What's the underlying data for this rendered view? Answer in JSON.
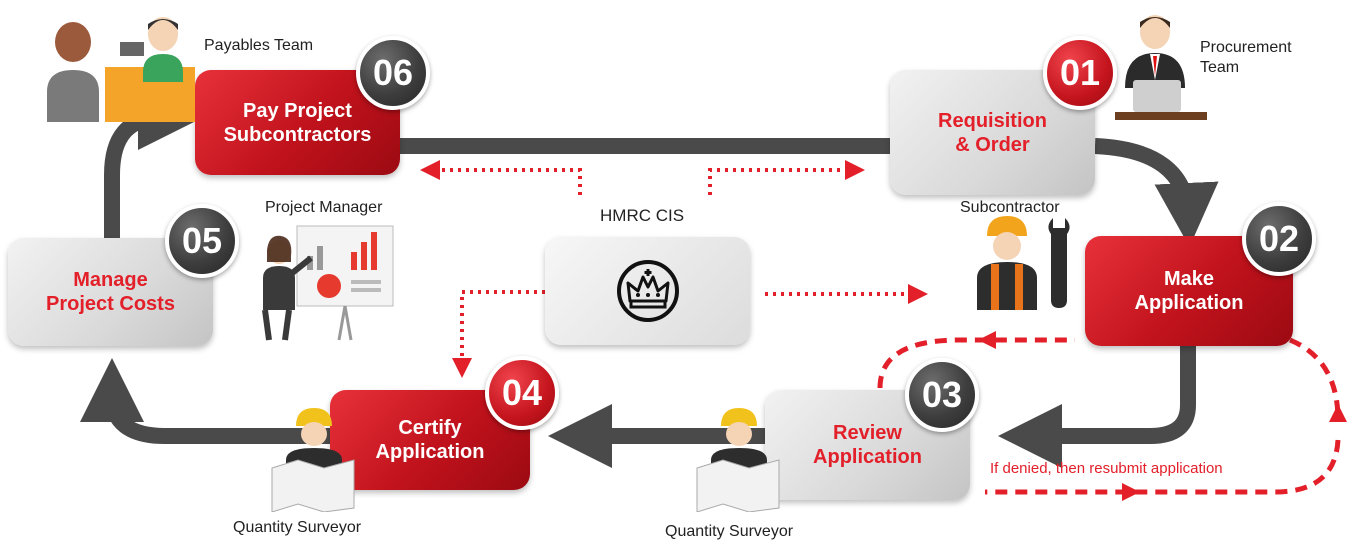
{
  "steps": [
    {
      "num": "06",
      "label": "Pay Project\nSubcontractors",
      "role": "Payables Team"
    },
    {
      "num": "01",
      "label": "Requisition\n& Order",
      "role": "Procurement\nTeam"
    },
    {
      "num": "02",
      "label": "Make\nApplication",
      "role": "Subcontractor"
    },
    {
      "num": "03",
      "label": "Review\nApplication",
      "role": "Quantity Surveyor"
    },
    {
      "num": "04",
      "label": "Certify\nApplication",
      "role": "Quantity Surveyor"
    },
    {
      "num": "05",
      "label": "Manage\nProject Costs",
      "role": "Project Manager"
    }
  ],
  "hmrc": {
    "label": "HMRC CIS",
    "icon": "crown-icon"
  },
  "resubmit_note": "If denied, then resubmit application",
  "colors": {
    "red": "#e3202a",
    "dark": "#4a4a4a",
    "grey": "#d9d9d9"
  }
}
